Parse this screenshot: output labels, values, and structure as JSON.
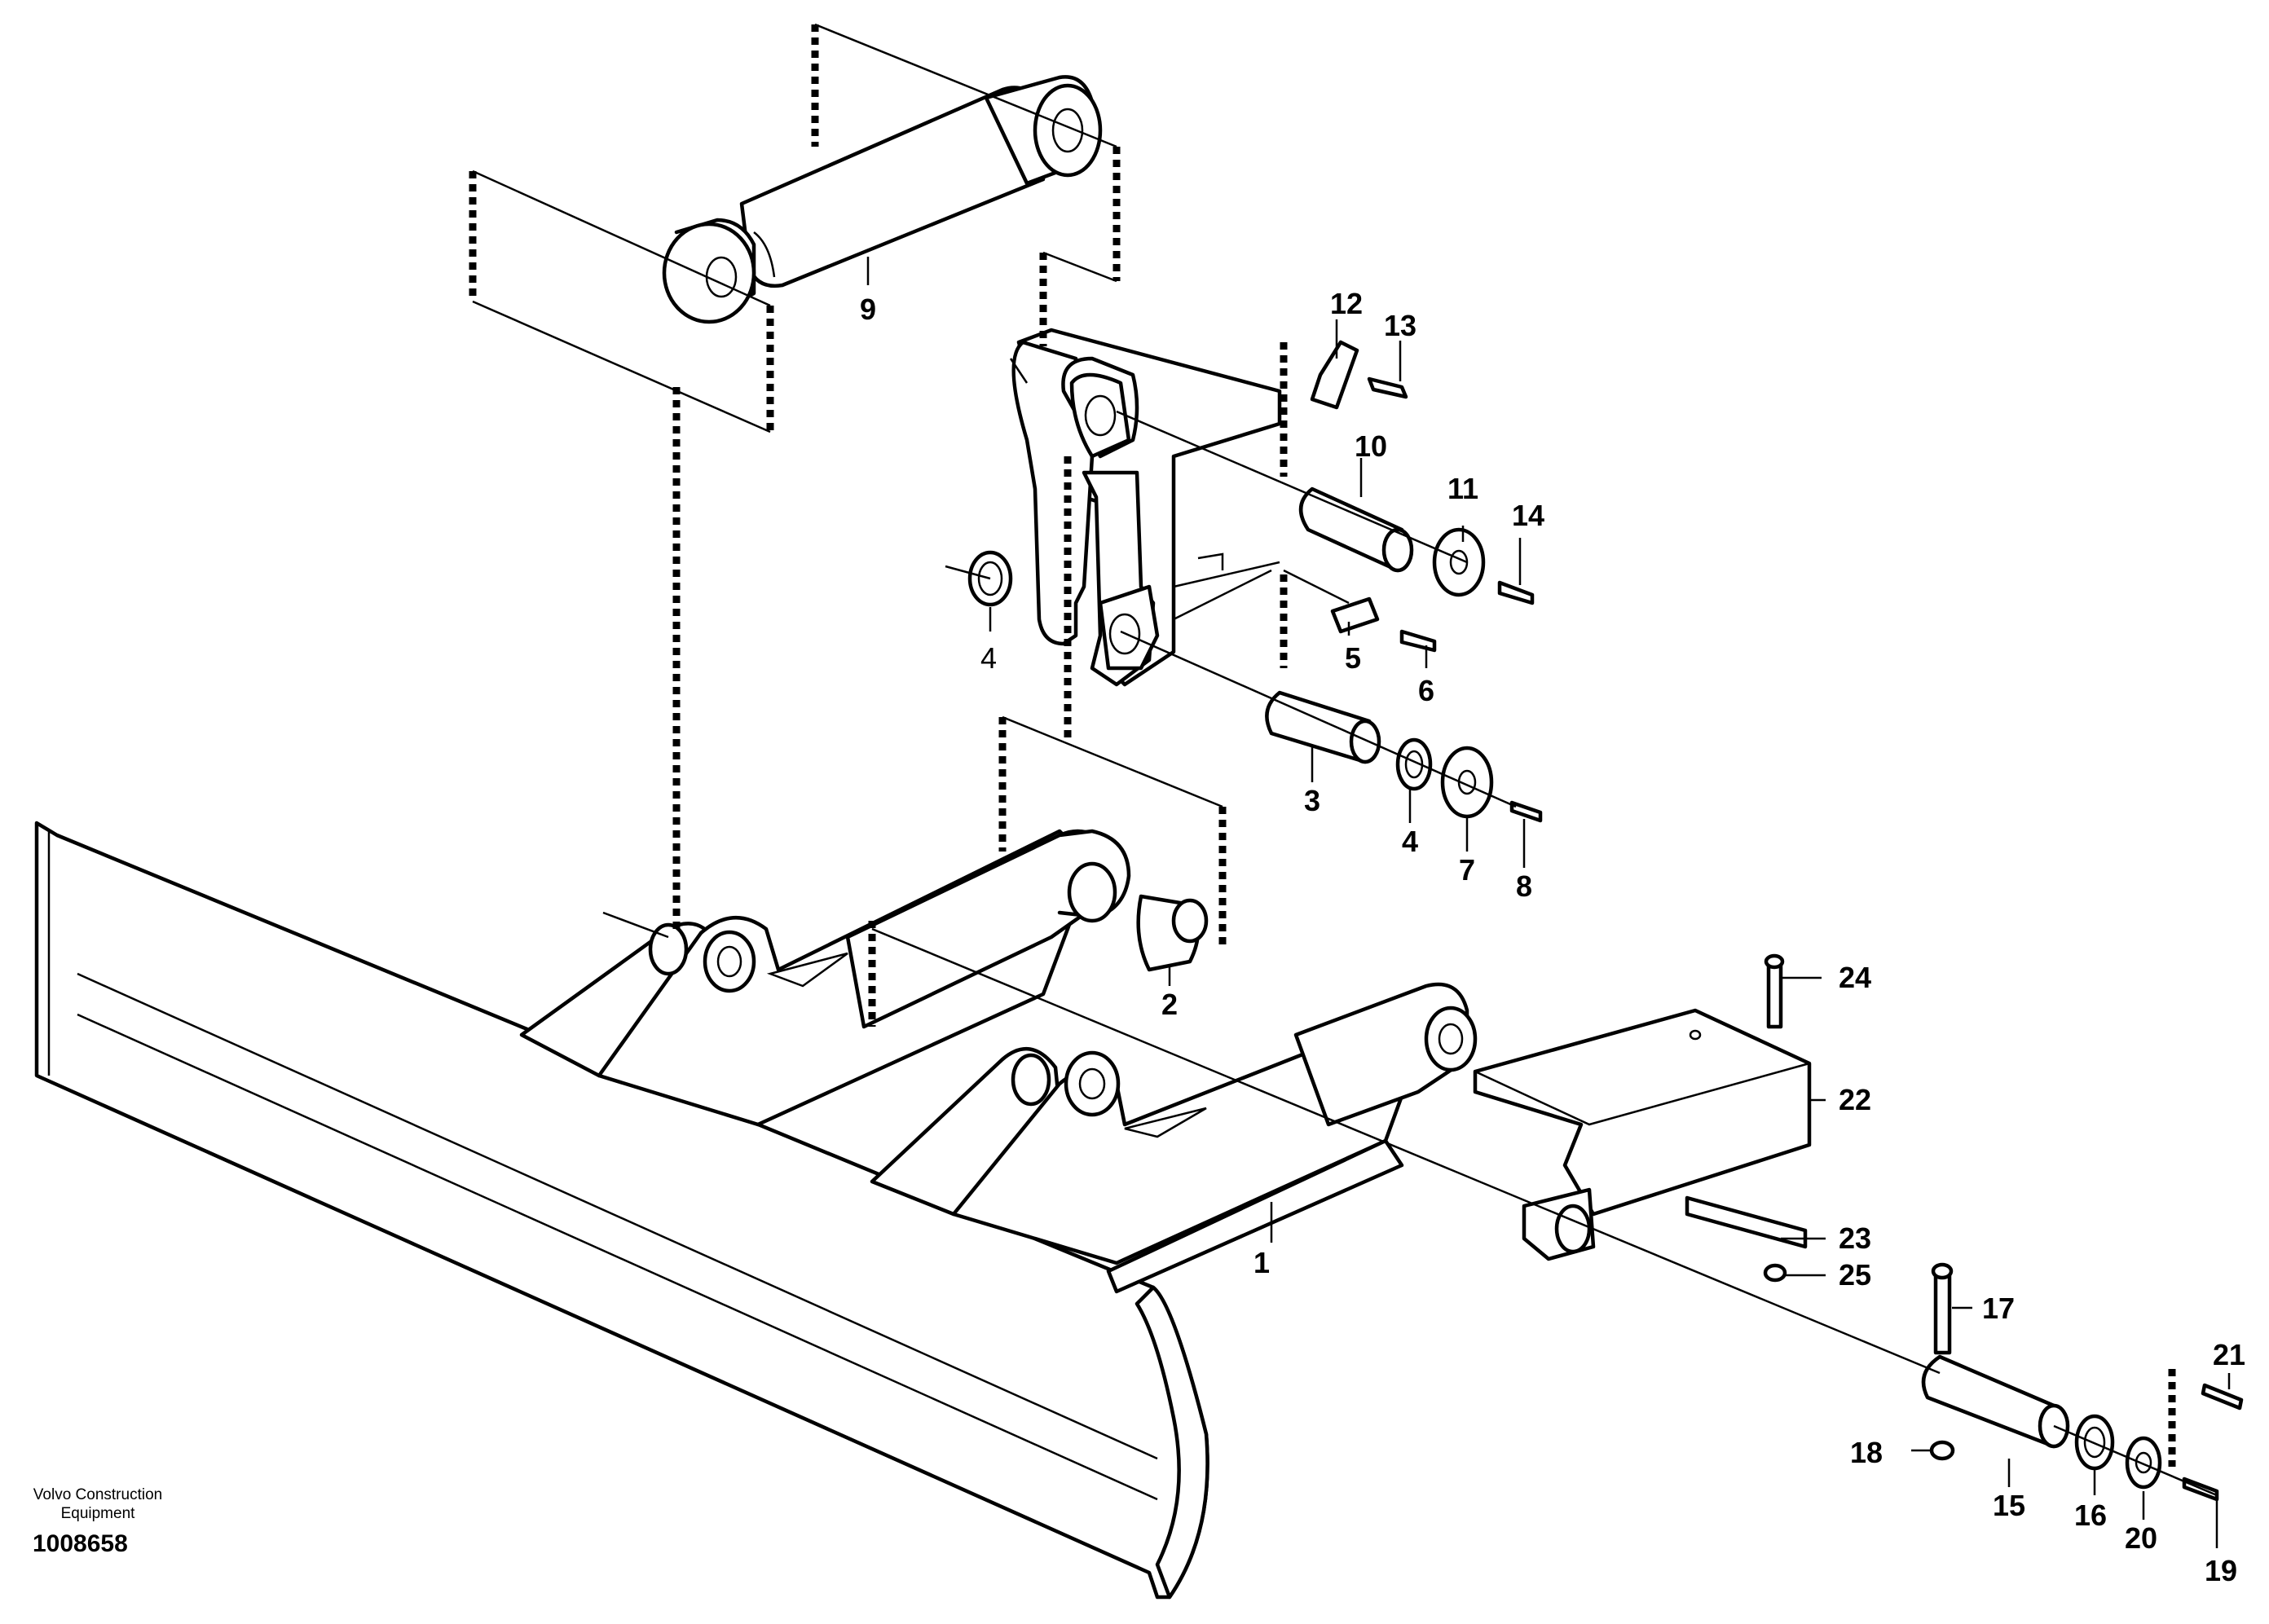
{
  "footer": {
    "company": "Volvo Construction Equipment",
    "drawing_number": "1008658"
  },
  "callouts": {
    "p1": "1",
    "p2": "2",
    "p3": "3",
    "p4": "4",
    "p4b": "4",
    "p5": "5",
    "p6": "6",
    "p7": "7",
    "p8": "8",
    "p9": "9",
    "p10": "10",
    "p11": "11",
    "p12": "12",
    "p13": "13",
    "p14": "14",
    "p15": "15",
    "p16": "16",
    "p17": "17",
    "p18": "18",
    "p19": "19",
    "p20": "20",
    "p21": "21",
    "p22": "22",
    "p23": "23",
    "p24": "24",
    "p25": "25"
  },
  "colors": {
    "line": "#000000",
    "background": "#ffffff"
  }
}
